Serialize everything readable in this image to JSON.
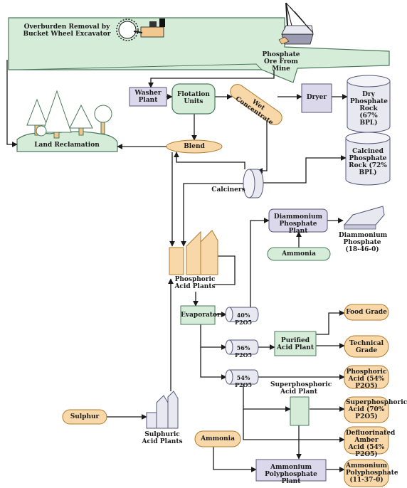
{
  "colors": {
    "green_fill": "#d5ecd9",
    "green_stroke": "#4a7a5a",
    "lavender_fill": "#dcd8ec",
    "lavender_stroke": "#55557a",
    "orange_fill": "#f8d8a8",
    "orange_stroke": "#b07a30",
    "line": "#1a1a1a"
  },
  "nodes": {
    "overburden": "Overburden Removal by Bucket Wheel Excavator",
    "phosphate_ore": "Phosphate Ore From Mine",
    "washer_plant": "Washer Plant",
    "flotation_units": "Flotation Units",
    "wet_concentrate": "Wet Concentrate",
    "dryer": "Dryer",
    "dry_rock": "Dry Phosphate Rock (67% BPL)",
    "land_reclamation": "Land Reclamation",
    "blend": "Blend",
    "calcined_rock": "Calcined Phosphate Rock (72% BPL)",
    "calciners": "Calciners",
    "dap_plant": "Diammonium Phosphate Plant",
    "dap_product": "Diammonium Phosphate (18-46-0)",
    "ammonia_1": "Ammonia",
    "phos_acid_plants": "Phosphoric Acid Plants",
    "evaporators": "Evaporators",
    "p40": "40% P2O5",
    "food_grade": "Food Grade",
    "p56": "56% P2O5",
    "purified_acid": "Purified Acid Plant",
    "technical_grade": "Technical Grade",
    "p54": "54% P2O5",
    "superphos_plant": "Superphosphoric Acid Plant",
    "phos_acid_54": "Phosphoric Acid (54% P2O5)",
    "superphos_acid": "Superphosphoric Acid (70% P2O5)",
    "sulphur": "Sulphur",
    "sulphuric_plants": "Sulphuric Acid Plants",
    "defluorinated": "Defluorinated Amber Acid (54% P2O5)",
    "ammonia_2": "Ammonia",
    "app_plant": "Ammonium Polyphosphate Plant",
    "app_product": "Ammonium Polyphosphate (11-37-0)"
  }
}
